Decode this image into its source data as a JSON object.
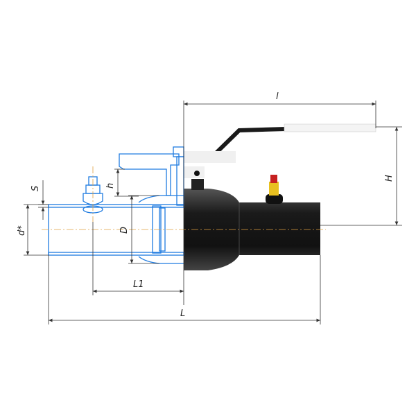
{
  "title": "Ball valve dimensional drawing",
  "dimensions": {
    "handle_length": "l",
    "height": "H",
    "wall_thickness": "S",
    "outlet_height": "h",
    "pipe_diameter": "d*",
    "socket_diameter": "D",
    "socket_length": "L1",
    "total_length": "L"
  },
  "colors": {
    "section": "#1e7be0",
    "body": "#1a1a1a",
    "centerline": "#e0a040"
  }
}
